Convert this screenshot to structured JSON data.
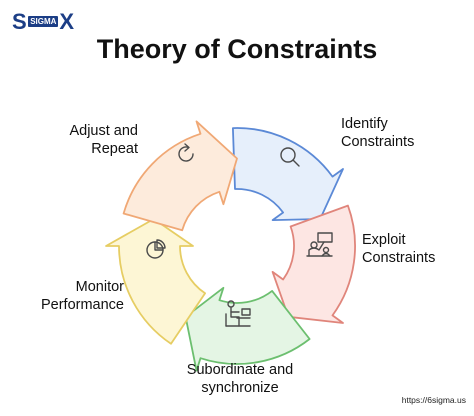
{
  "logo": {
    "part1": "S",
    "badge": "SIGMA",
    "part2": "X"
  },
  "title": "Theory of Constraints",
  "steps": [
    {
      "line1": "Identify",
      "line2": "Constraints",
      "icon": "magnifier-icon",
      "fill": "#e6effb",
      "stroke": "#5b89d6"
    },
    {
      "line1": "Exploit",
      "line2": "Constraints",
      "icon": "presenter-icon",
      "fill": "#fde6e3",
      "stroke": "#e0857b"
    },
    {
      "line1": "Subordinate and",
      "line2": "synchronize",
      "icon": "desk-worker-icon",
      "fill": "#e4f5e4",
      "stroke": "#6cbf6f"
    },
    {
      "line1": "Monitor",
      "line2": "Performance",
      "icon": "pie-chart-icon",
      "fill": "#fdf6d5",
      "stroke": "#e6cd63"
    },
    {
      "line1": "Adjust and",
      "line2": "Repeat",
      "icon": "refresh-icon",
      "fill": "#fdebdc",
      "stroke": "#f0a875"
    }
  ],
  "footer_url": "https://6sigma.us"
}
